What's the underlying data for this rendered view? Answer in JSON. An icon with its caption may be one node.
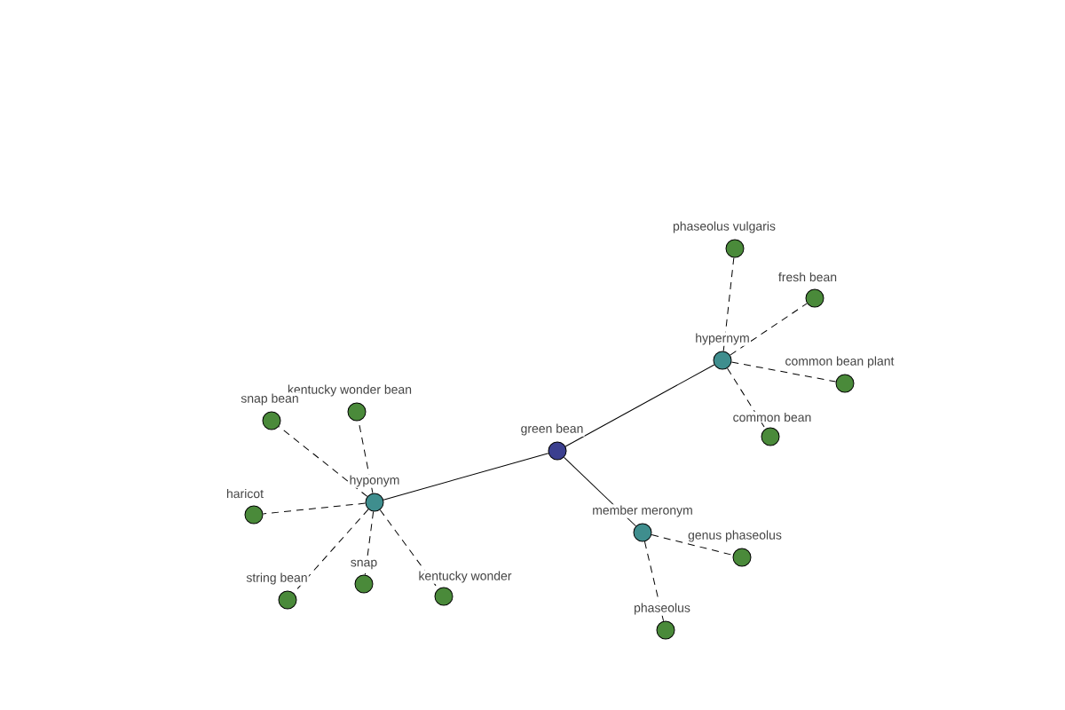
{
  "diagram": {
    "nodes": [
      {
        "text": [
          "green bean"
        ]
      },
      {
        "text": [
          "hypernym"
        ]
      },
      {
        "text": [
          "hyponym"
        ]
      },
      {
        "text": [
          "member meronym"
        ]
      },
      {
        "text": [
          "phaseolus vulgaris"
        ]
      },
      {
        "text": [
          "fresh bean"
        ]
      },
      {
        "text": [
          "common bean plant"
        ]
      },
      {
        "text": [
          "common bean"
        ]
      },
      {
        "text": [
          "kentucky wonder bean"
        ]
      },
      {
        "text": [
          "snap bean"
        ]
      },
      {
        "text": [
          "haricot"
        ]
      },
      {
        "text": [
          "string bean"
        ]
      },
      {
        "text": [
          "snap"
        ]
      },
      {
        "text": [
          "kentucky wonder"
        ]
      },
      {
        "text": [
          "genus phaseolus"
        ]
      },
      {
        "text": [
          "phaseolus"
        ]
      }
    ],
    "edges": [
      {
        "from": 0,
        "to": 1,
        "arrow": "none"
      },
      {
        "from": 0,
        "to": 2,
        "arrow": "none"
      },
      {
        "from": 0,
        "to": 3,
        "arrow": "none"
      },
      {
        "from": 1,
        "to": 4,
        "arrow": "none",
        "style": "dashed"
      },
      {
        "from": 1,
        "to": 5,
        "arrow": "none",
        "style": "dashed"
      },
      {
        "from": 1,
        "to": 6,
        "arrow": "none",
        "style": "dashed"
      },
      {
        "from": 1,
        "to": 7,
        "arrow": "none",
        "style": "dashed"
      },
      {
        "from": 2,
        "to": 8,
        "arrow": "none",
        "style": "dashed"
      },
      {
        "from": 2,
        "to": 9,
        "arrow": "none",
        "style": "dashed"
      },
      {
        "from": 2,
        "to": 10,
        "arrow": "none",
        "style": "dashed"
      },
      {
        "from": 2,
        "to": 11,
        "arrow": "none",
        "style": "dashed"
      },
      {
        "from": 2,
        "to": 12,
        "arrow": "none",
        "style": "dashed"
      },
      {
        "from": 2,
        "to": 13,
        "arrow": "none",
        "style": "dashed"
      },
      {
        "from": 3,
        "to": 14,
        "arrow": "none",
        "style": "dashed"
      },
      {
        "from": 3,
        "to": 15,
        "arrow": "none",
        "style": "dashed"
      }
    ]
  }
}
